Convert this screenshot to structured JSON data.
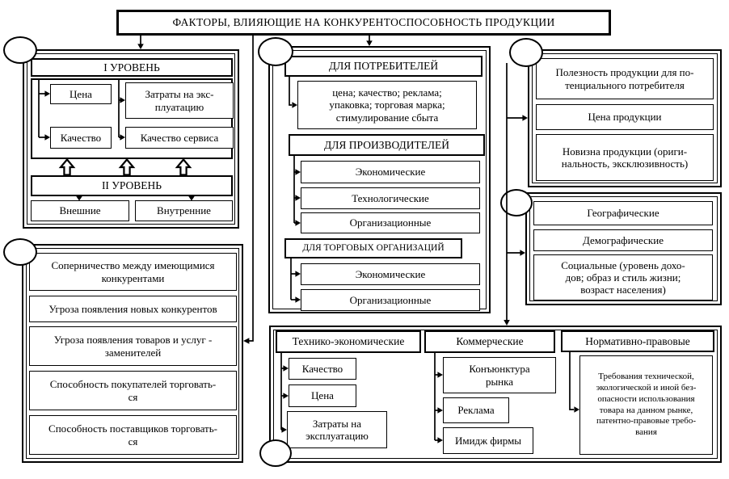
{
  "title": "ФАКТОРЫ, ВЛИЯЮЩИЕ НА КОНКУРЕНТОСПОСОБНОСТЬ ПРОДУКЦИИ",
  "levels_block": {
    "level1_header": "I УРОВЕНЬ",
    "price": "Цена",
    "operating_costs": "Затраты на экс-\nплуатацию",
    "quality": "Качество",
    "service_quality": "Качество сервиса",
    "level2_header": "II УРОВЕНЬ",
    "external": "Внешние",
    "internal": "Внутренние"
  },
  "competition_block": {
    "items": [
      "Соперничество между имеющимися\nконкурентами",
      "Угроза появления новых конкурентов",
      "Угроза появления товаров и услуг -\nзаменителей",
      "Способность покупателей торговать-\nся",
      "Способность поставщиков торговать-\nся"
    ]
  },
  "audience_block": {
    "consumers_header": "ДЛЯ ПОТРЕБИТЕЛЕЙ",
    "consumers_factors": "цена; качество; реклама;\nупаковка; торговая марка;\nстимулирование сбыта",
    "producers_header": "ДЛЯ ПРОИЗВОДИТЕЛЕЙ",
    "producers_items": [
      "Экономические",
      "Технологические",
      "Организационные"
    ],
    "trade_header": "ДЛЯ ТОРГОВЫХ ОРГАНИЗАЦИЙ",
    "trade_items": [
      "Экономические",
      "Организационные"
    ]
  },
  "consumer_value_block": {
    "items": [
      "Полезность продукции для по-\nтенциального потребителя",
      "Цена продукции",
      "Новизна продукции (ориги-\nнальность, эксклюзивность)"
    ]
  },
  "segmentation_block": {
    "items": [
      "Географические",
      "Демографические",
      "Социальные (уровень дохо-\nдов; образ и стиль жизни;\nвозраст населения)"
    ]
  },
  "bottom_block": {
    "technical": {
      "header": "Технико-экономические",
      "items": [
        "Качество",
        "Цена",
        "Затраты на\nэксплуатацию"
      ]
    },
    "commercial": {
      "header": "Коммерческие",
      "items": [
        "Конъюнктура\nрынка",
        "Реклама",
        "Имидж фирмы"
      ]
    },
    "legal": {
      "header": "Нормативно-правовые",
      "body": "Требования технической,\nэкологической и иной без-\nопасности использования\nтовара на данном рынке,\nпатентно-правовые требо-\nвания"
    }
  }
}
